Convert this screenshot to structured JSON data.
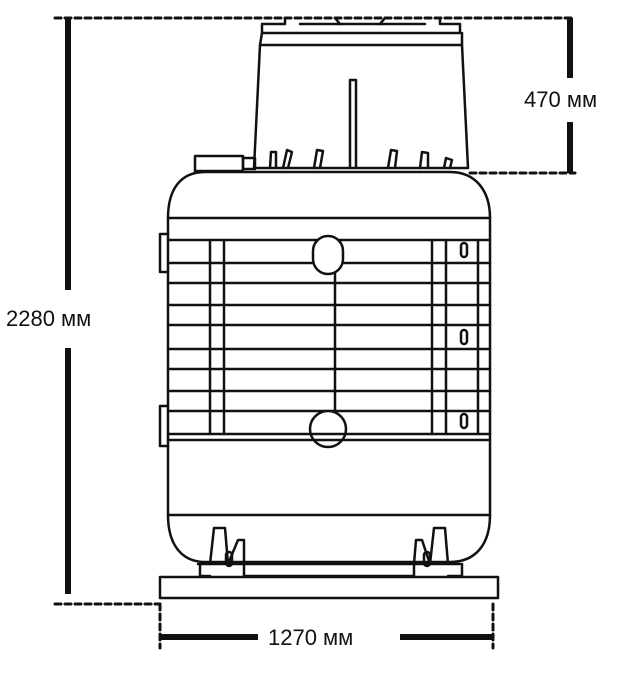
{
  "dimensions": {
    "height_total": "2280 мм",
    "height_neck": "470 мм",
    "width_total": "1270 мм"
  },
  "colors": {
    "stroke": "#111111",
    "background": "#ffffff"
  }
}
